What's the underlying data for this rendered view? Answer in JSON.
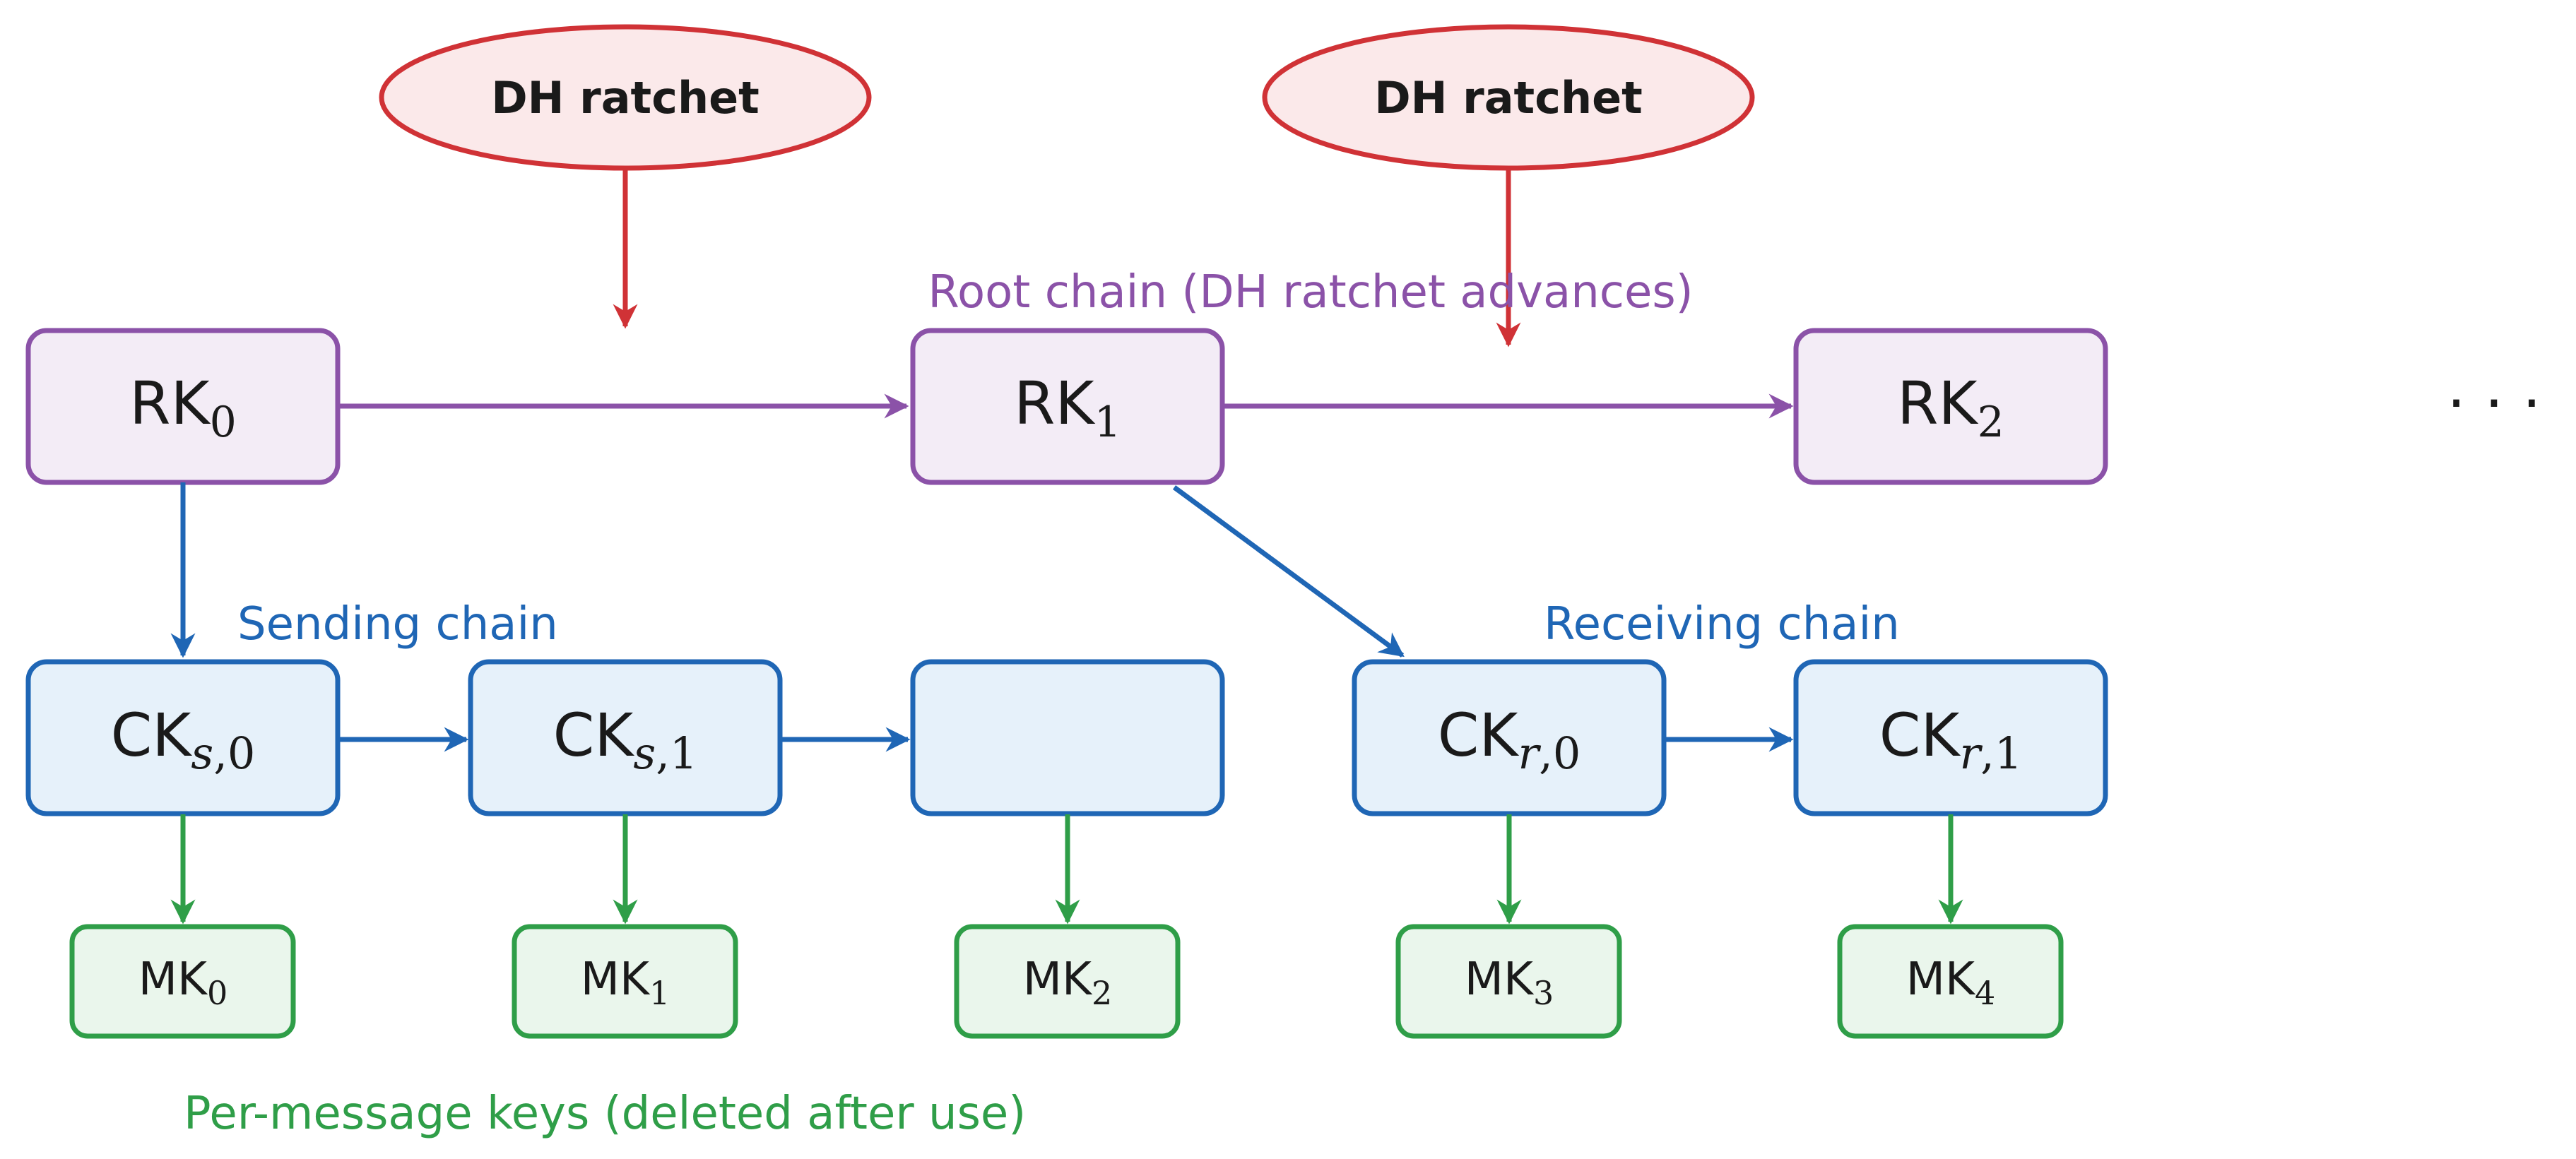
{
  "colors": {
    "dh_stroke": "#d03236",
    "dh_fill": "#fbe9ea",
    "root_stroke": "#8b52a8",
    "root_fill": "#f3ecf6",
    "chain_stroke": "#1f66b5",
    "chain_fill": "#e6f1fa",
    "mk_stroke": "#2f9e48",
    "mk_fill": "#eaf6ec",
    "text": "#1a1a1a"
  },
  "dh_ratchets": [
    {
      "label": "DH ratchet"
    },
    {
      "label": "DH ratchet"
    }
  ],
  "captions": {
    "root_chain": "Root chain (DH ratchet advances)",
    "sending_chain": "Sending chain",
    "receiving_chain": "Receiving chain",
    "per_message": "Per-message keys (deleted after use)",
    "ellipsis": "· · ·"
  },
  "root_keys": [
    {
      "base": "RK",
      "sub": "0"
    },
    {
      "base": "RK",
      "sub": "1"
    },
    {
      "base": "RK",
      "sub": "2"
    }
  ],
  "chain_keys": [
    {
      "base": "CK",
      "sub_it": "s",
      "sub": ",0"
    },
    {
      "base": "CK",
      "sub_it": "s",
      "sub": ",1"
    },
    {
      "base": "",
      "sub_it": "",
      "sub": ""
    },
    {
      "base": "CK",
      "sub_it": "r",
      "sub": ",0"
    },
    {
      "base": "CK",
      "sub_it": "r",
      "sub": ",1"
    }
  ],
  "message_keys": [
    {
      "base": "MK",
      "sub": "0"
    },
    {
      "base": "MK",
      "sub": "1"
    },
    {
      "base": "MK",
      "sub": "2"
    },
    {
      "base": "MK",
      "sub": "3"
    },
    {
      "base": "MK",
      "sub": "4"
    }
  ]
}
